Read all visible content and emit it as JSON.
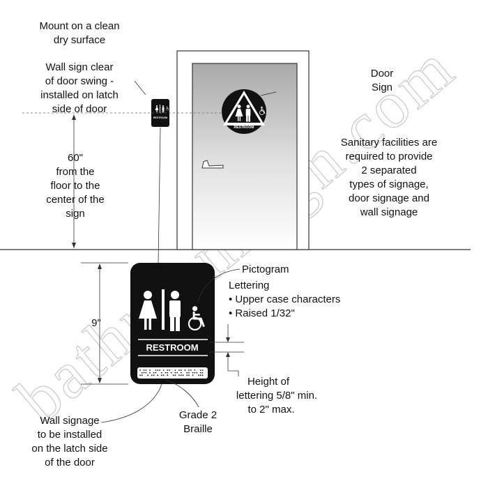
{
  "notes": {
    "mount": [
      "Mount on a clean",
      "dry surface"
    ],
    "wall_sign_clear": [
      "Wall sign clear",
      "of door swing -",
      "installed on latch",
      "side of door"
    ],
    "height_60": [
      "60\"",
      "from the",
      "floor to the",
      "center of the",
      "sign"
    ],
    "door_sign": [
      "Door",
      "Sign"
    ],
    "sanitary": [
      "Sanitary facilities are",
      "required to provide",
      "2 separated",
      "types of signage,",
      "door signage and",
      "wall signage"
    ],
    "pictogram": "Pictogram",
    "lettering": [
      "Lettering",
      "• Upper case characters",
      "• Raised 1/32\""
    ],
    "height_lettering": [
      "Height of",
      "lettering 5/8\" min.",
      "to 2\" max."
    ],
    "sign_height": "9\"",
    "braille": [
      "Grade 2",
      "Braille"
    ],
    "wall_signage": [
      "Wall signage",
      "to be installed",
      "on the latch side",
      "of the door"
    ]
  },
  "sign": {
    "label": "RESTROOM",
    "door_sign_label": "RESTROOM",
    "wall_sign_label": "RESTROOM"
  },
  "watermark": "bathroomsign.com",
  "colors": {
    "sign_background": "#111111",
    "sign_text": "#ffffff",
    "line": "#333333",
    "watermark": "#c8c8c8"
  }
}
